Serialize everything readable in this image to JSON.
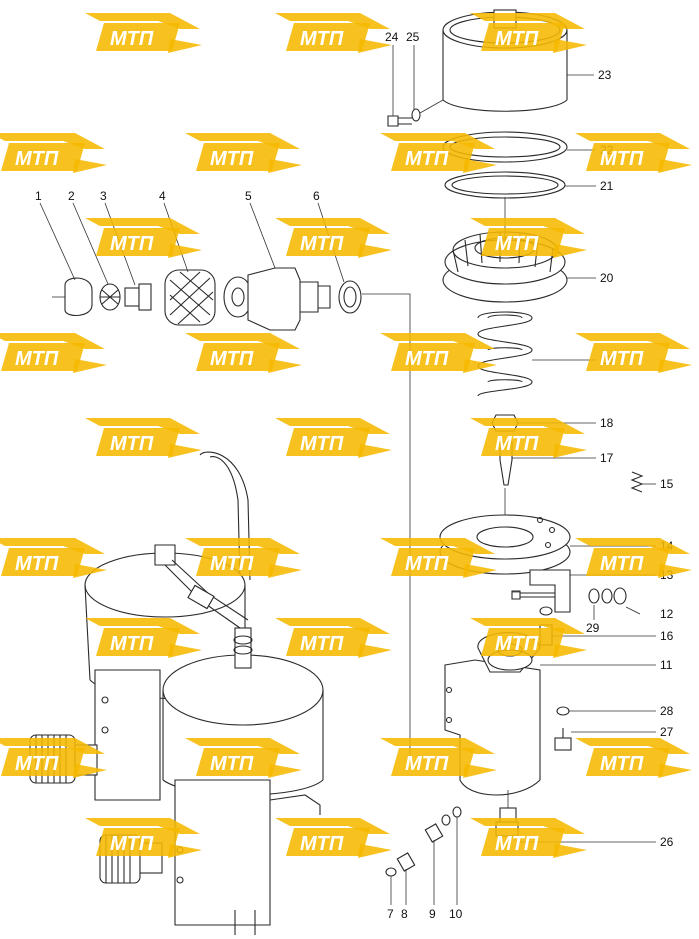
{
  "diagram": {
    "watermark_text": "МТП",
    "watermark_color": "#f6b800",
    "callouts": [
      "1",
      "2",
      "3",
      "4",
      "5",
      "6",
      "7",
      "8",
      "9",
      "10",
      "11",
      "12",
      "13",
      "14",
      "15",
      "16",
      "17",
      "18",
      "19",
      "20",
      "21",
      "22",
      "23",
      "24",
      "25",
      "26",
      "27",
      "28",
      "29"
    ]
  }
}
